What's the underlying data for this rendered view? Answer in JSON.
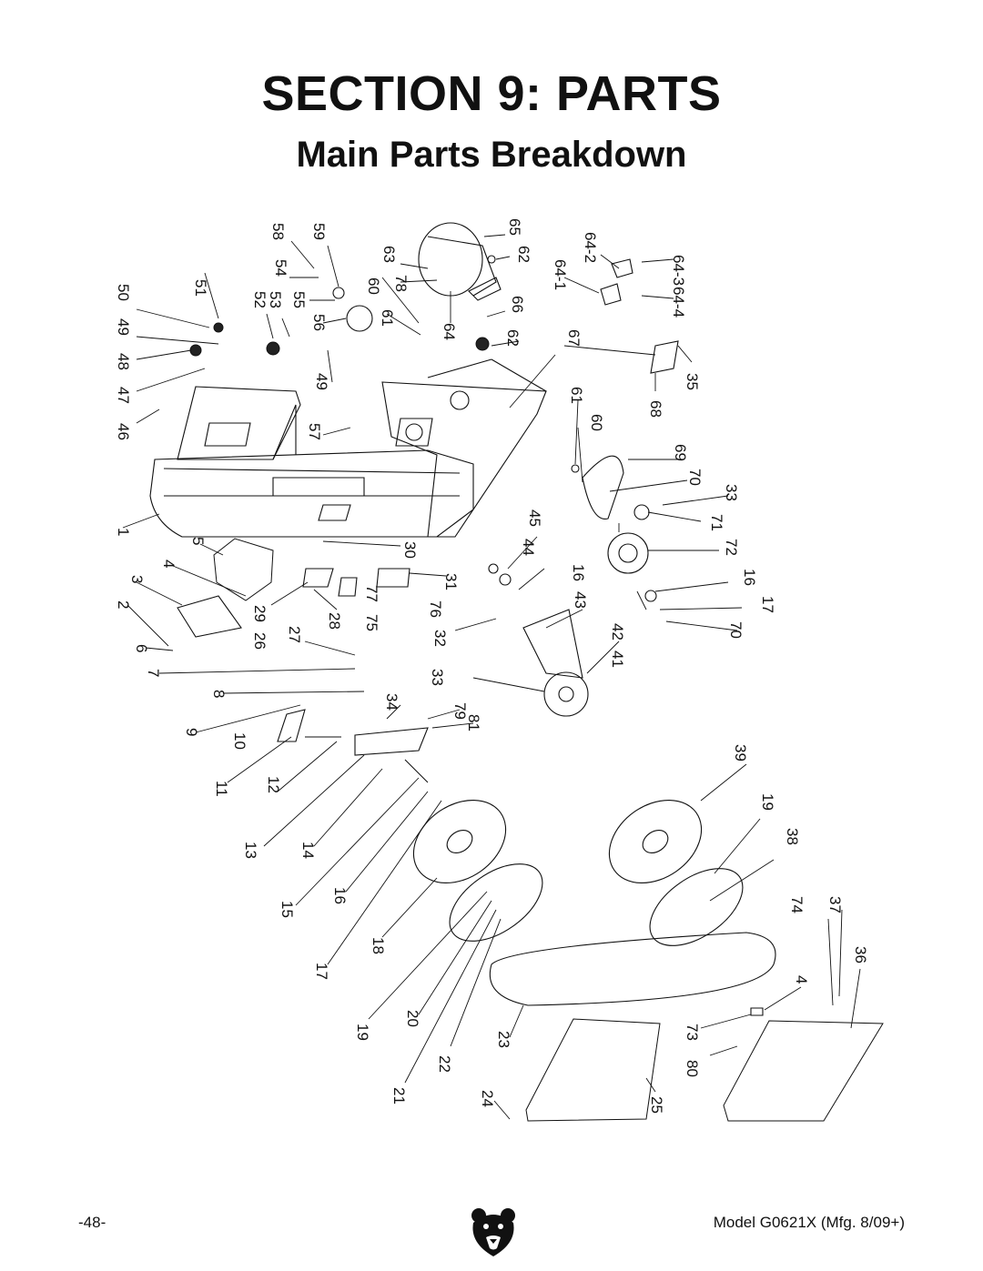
{
  "header": {
    "section_title": "SECTION 9: PARTS",
    "subtitle": "Main Parts Breakdown"
  },
  "diagram": {
    "callouts": [
      {
        "id": "c1",
        "text": "1"
      },
      {
        "id": "c2",
        "text": "2"
      },
      {
        "id": "c3",
        "text": "3"
      },
      {
        "id": "c4a",
        "text": "4"
      },
      {
        "id": "c5",
        "text": "5"
      },
      {
        "id": "c6",
        "text": "6"
      },
      {
        "id": "c7",
        "text": "7"
      },
      {
        "id": "c8",
        "text": "8"
      },
      {
        "id": "c9",
        "text": "9"
      },
      {
        "id": "c10",
        "text": "10"
      },
      {
        "id": "c11",
        "text": "11"
      },
      {
        "id": "c12",
        "text": "12"
      },
      {
        "id": "c13",
        "text": "13"
      },
      {
        "id": "c14",
        "text": "14"
      },
      {
        "id": "c15",
        "text": "15"
      },
      {
        "id": "c16a",
        "text": "16"
      },
      {
        "id": "c17a",
        "text": "17"
      },
      {
        "id": "c18",
        "text": "18"
      },
      {
        "id": "c19a",
        "text": "19"
      },
      {
        "id": "c20",
        "text": "20"
      },
      {
        "id": "c21",
        "text": "21"
      },
      {
        "id": "c22",
        "text": "22"
      },
      {
        "id": "c23",
        "text": "23"
      },
      {
        "id": "c24",
        "text": "24"
      },
      {
        "id": "c25",
        "text": "25"
      },
      {
        "id": "c26",
        "text": "26"
      },
      {
        "id": "c27",
        "text": "27"
      },
      {
        "id": "c28",
        "text": "28"
      },
      {
        "id": "c29",
        "text": "29"
      },
      {
        "id": "c30",
        "text": "30"
      },
      {
        "id": "c31",
        "text": "31"
      },
      {
        "id": "c32",
        "text": "32"
      },
      {
        "id": "c33a",
        "text": "33"
      },
      {
        "id": "c34",
        "text": "34"
      },
      {
        "id": "c35",
        "text": "35"
      },
      {
        "id": "c36",
        "text": "36"
      },
      {
        "id": "c37",
        "text": "37"
      },
      {
        "id": "c38",
        "text": "38"
      },
      {
        "id": "c39",
        "text": "39"
      },
      {
        "id": "c41",
        "text": "41"
      },
      {
        "id": "c42",
        "text": "42"
      },
      {
        "id": "c43",
        "text": "43"
      },
      {
        "id": "c44",
        "text": "44"
      },
      {
        "id": "c45",
        "text": "45"
      },
      {
        "id": "c46",
        "text": "46"
      },
      {
        "id": "c47",
        "text": "47"
      },
      {
        "id": "c48",
        "text": "48"
      },
      {
        "id": "c49a",
        "text": "49"
      },
      {
        "id": "c50",
        "text": "50"
      },
      {
        "id": "c51",
        "text": "51"
      },
      {
        "id": "c52",
        "text": "52"
      },
      {
        "id": "c53",
        "text": "53"
      },
      {
        "id": "c54",
        "text": "54"
      },
      {
        "id": "c55",
        "text": "55"
      },
      {
        "id": "c56",
        "text": "56"
      },
      {
        "id": "c49b",
        "text": "49"
      },
      {
        "id": "c57",
        "text": "57"
      },
      {
        "id": "c58",
        "text": "58"
      },
      {
        "id": "c59",
        "text": "59"
      },
      {
        "id": "c60a",
        "text": "60"
      },
      {
        "id": "c61a",
        "text": "61"
      },
      {
        "id": "c62a",
        "text": "62"
      },
      {
        "id": "c63",
        "text": "63"
      },
      {
        "id": "c64",
        "text": "64"
      },
      {
        "id": "c65",
        "text": "65"
      },
      {
        "id": "c66",
        "text": "66"
      },
      {
        "id": "c62b",
        "text": "62"
      },
      {
        "id": "c67",
        "text": "67"
      },
      {
        "id": "c78",
        "text": "78"
      },
      {
        "id": "c64-1",
        "text": "64-1"
      },
      {
        "id": "c64-2",
        "text": "64-2"
      },
      {
        "id": "c64-3",
        "text": "64-3"
      },
      {
        "id": "c64-4",
        "text": "64-4"
      },
      {
        "id": "c68",
        "text": "68"
      },
      {
        "id": "c61b",
        "text": "61"
      },
      {
        "id": "c60b",
        "text": "60"
      },
      {
        "id": "c69",
        "text": "69"
      },
      {
        "id": "c70a",
        "text": "70"
      },
      {
        "id": "c33b",
        "text": "33"
      },
      {
        "id": "c71",
        "text": "71"
      },
      {
        "id": "c72",
        "text": "72"
      },
      {
        "id": "c16b",
        "text": "16"
      },
      {
        "id": "c16c",
        "text": "16"
      },
      {
        "id": "c17b",
        "text": "17"
      },
      {
        "id": "c70b",
        "text": "70"
      },
      {
        "id": "c75",
        "text": "75"
      },
      {
        "id": "c76",
        "text": "76"
      },
      {
        "id": "c77",
        "text": "77"
      },
      {
        "id": "c79",
        "text": "79"
      },
      {
        "id": "c81",
        "text": "81"
      },
      {
        "id": "c19b",
        "text": "19"
      },
      {
        "id": "c74",
        "text": "74"
      },
      {
        "id": "c4b",
        "text": "4"
      },
      {
        "id": "c73",
        "text": "73"
      },
      {
        "id": "c80",
        "text": "80"
      }
    ]
  },
  "footer": {
    "page_number": "-48-",
    "model": "Model G0621X (Mfg. 8/09+)"
  },
  "colors": {
    "ink": "#111111",
    "paper": "#ffffff"
  },
  "icons": {
    "logo": "grizzly-bear-logo-icon"
  }
}
